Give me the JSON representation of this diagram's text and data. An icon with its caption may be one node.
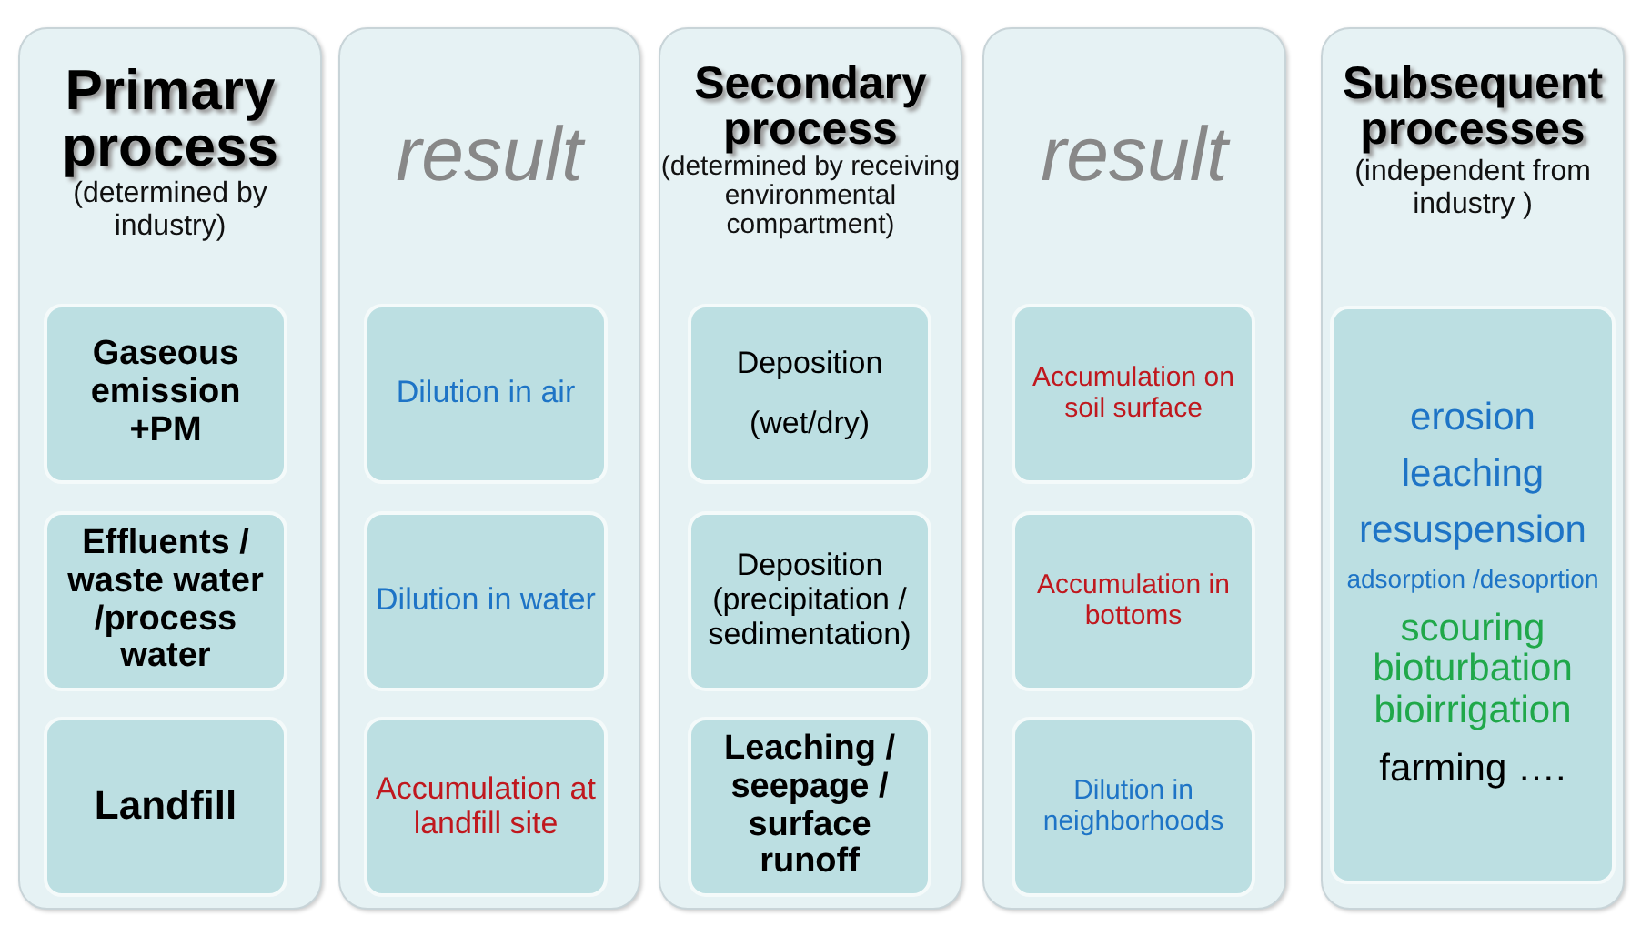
{
  "diagram": {
    "nodes": [
      {
        "text": [
          "Primary process",
          "(determined by industry)"
        ]
      },
      {
        "text": [
          "Gaseous emission +PM"
        ],
        "in": 0
      },
      {
        "text": [
          "Effluents / waste water /process water"
        ],
        "in": 0
      },
      {
        "text": [
          "Landfill"
        ],
        "in": 0
      },
      {
        "text": [
          "result"
        ]
      },
      {
        "text": [
          "Dilution in air"
        ],
        "in": 4
      },
      {
        "text": [
          "Dilution in water"
        ],
        "in": 4
      },
      {
        "text": [
          "Accumulation at landfill site"
        ],
        "in": 4
      },
      {
        "text": [
          "Secondary process",
          "(determined by receiving environmental compartment)"
        ]
      },
      {
        "text": [
          "Deposition",
          "(wet/dry)"
        ],
        "in": 8
      },
      {
        "text": [
          "Deposition (precipitation / sedimentation)"
        ],
        "in": 8
      },
      {
        "text": [
          "Leaching / seepage / surface runoff"
        ],
        "in": 8
      },
      {
        "text": [
          "result"
        ]
      },
      {
        "text": [
          "Accumulation on soil surface"
        ],
        "in": 12
      },
      {
        "text": [
          "Accumulation in bottoms"
        ],
        "in": 12
      },
      {
        "text": [
          "Dilution in neighborhoods"
        ],
        "in": 12
      },
      {
        "text": [
          "Subsequent processes",
          "(independent from industry )"
        ]
      },
      {
        "text": [
          "erosion",
          "leaching",
          "resuspension",
          "adsorption /desoprtion",
          "scouring bioturbation bioirrigation",
          "farming …."
        ],
        "in": 16
      }
    ],
    "edges": []
  }
}
